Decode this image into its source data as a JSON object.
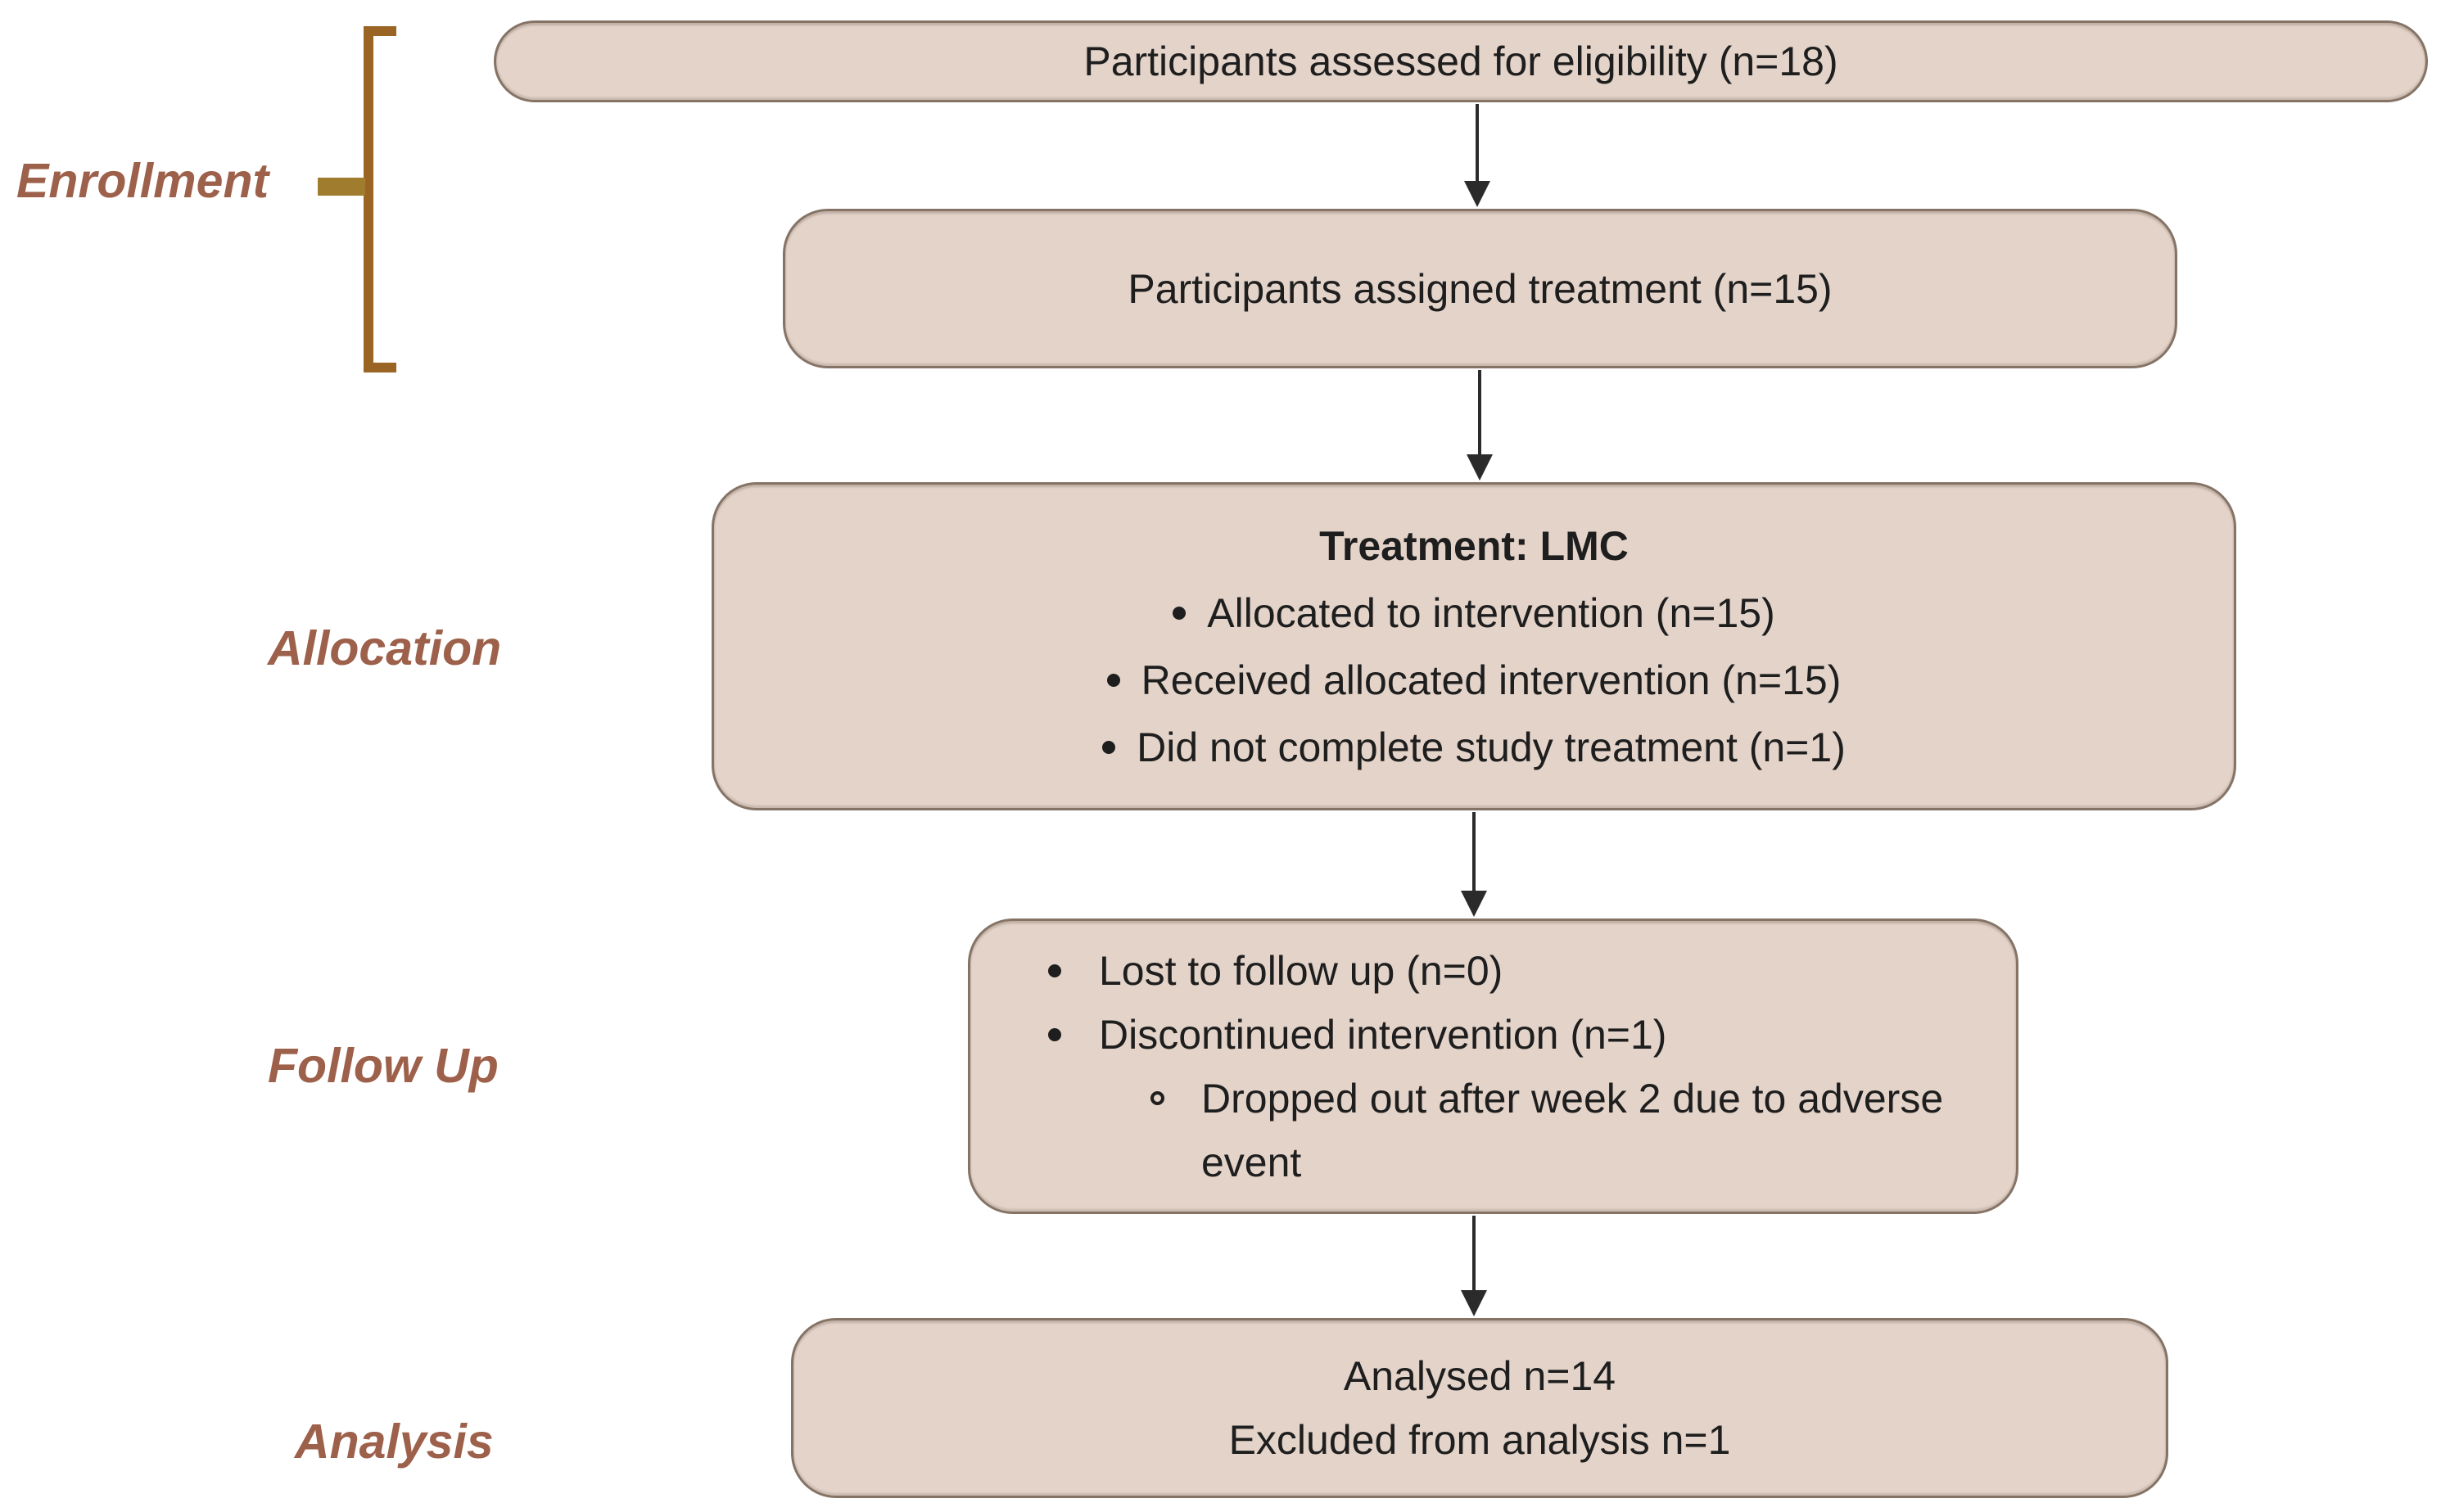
{
  "colors": {
    "box-fill": "#e3d3c9",
    "box-border": "#857366",
    "ink": "#1e1e1e",
    "label": "#9d604a",
    "bracket": "#9a6524",
    "tick": "#a07d2e",
    "arrow": "#2b2b2b",
    "background": "#ffffff"
  },
  "stage_labels": {
    "enrollment": "Enrollment",
    "allocation": "Allocation",
    "follow_up": "Follow Up",
    "analysis": "Analysis"
  },
  "boxes": {
    "eligibility": {
      "text": "Participants assessed for eligibility (n=18)"
    },
    "assigned": {
      "text": "Participants assigned treatment (n=15)"
    },
    "treatment": {
      "title": "Treatment: LMC",
      "bullets": [
        "Allocated to intervention (n=15)",
        "Received allocated intervention (n=15)",
        "Did not complete study treatment (n=1)"
      ]
    },
    "follow_up": {
      "bullets": [
        "Lost to follow up (n=0)",
        "Discontinued intervention (n=1)"
      ],
      "sub_bullets": [
        "Dropped out after week 2 due to adverse event"
      ]
    },
    "analysis": {
      "lines": [
        "Analysed n=14",
        "Excluded from analysis n=1"
      ]
    }
  }
}
